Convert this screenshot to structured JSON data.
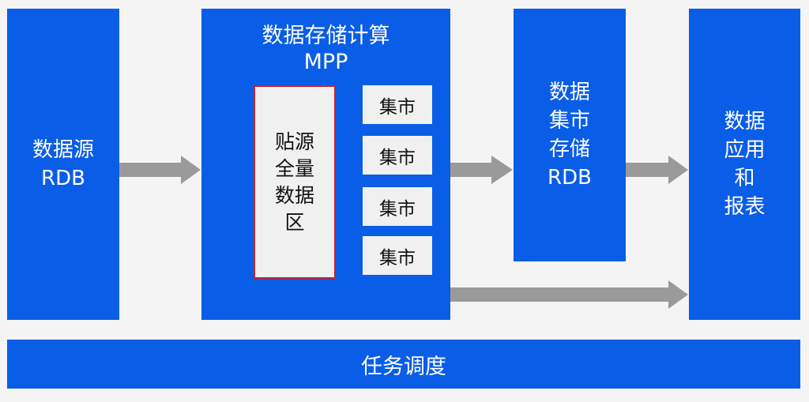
{
  "source": {
    "lines": [
      "数据源",
      "RDB"
    ]
  },
  "mpp": {
    "title": "数据存储计算",
    "subtitle": "MPP",
    "zone_lines": [
      "贴源",
      "全量",
      "数据",
      "区"
    ],
    "marts": [
      "集市",
      "集市",
      "集市",
      "集市"
    ]
  },
  "mart_store": {
    "lines": [
      "数据",
      "集市",
      "存储",
      "RDB"
    ]
  },
  "application": {
    "lines": [
      "数据",
      "应用",
      "和",
      "报表"
    ]
  },
  "scheduling": {
    "label": "任务调度"
  },
  "colors": {
    "block": "#0a5de6",
    "inner": "#f0f0f0",
    "border": "#c8202a",
    "arrow": "#999999",
    "background": "#f4f4f4"
  }
}
